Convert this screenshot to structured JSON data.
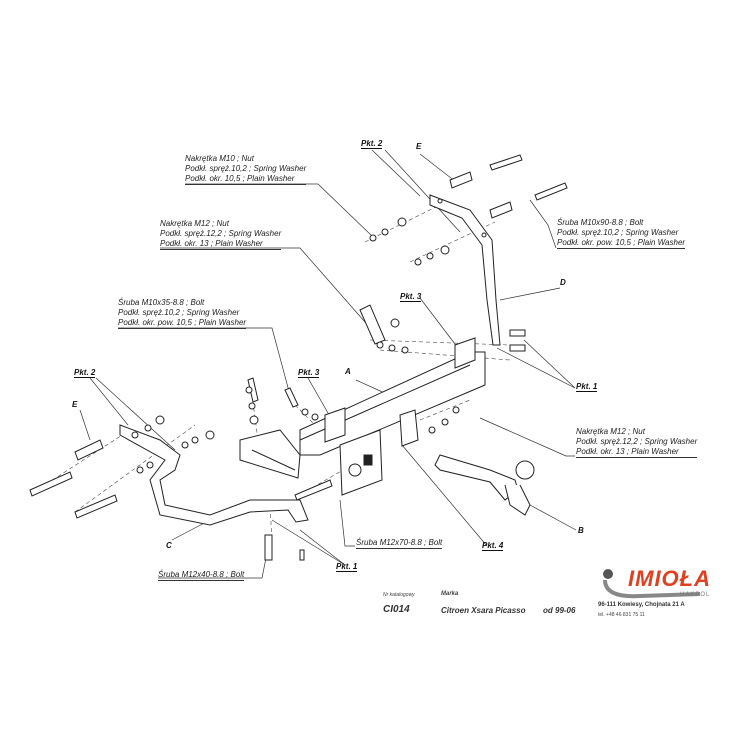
{
  "labels": {
    "nut_m10": [
      "Nakrętka  M10 ; Nut",
      "Podkł. spręż.10,2 ; Spring Washer",
      "Podkł. okr. 10,5 ; Plain Washer"
    ],
    "nut_m12_top": [
      "Nakrętka  M12 ; Nut",
      "Podkł. spręż.12,2 ; Spring Washer",
      "Podkł. okr. 13 ; Plain Washer"
    ],
    "bolt_m10x35": [
      "Śruba M10x35-8.8 ;  Bolt",
      "Podkł. spręż.10,2 ; Spring Washer",
      "Podkł. okr. pow. 10,5 ; Plain Washer"
    ],
    "bolt_m10x90": [
      "Śruba M10x90-8.8 ;  Bolt",
      "Podkł. spręż.10,2 ; Spring Washer",
      "Podkł. okr. pow. 10,5 ; Plain Washer"
    ],
    "nut_m12_right": [
      "Nakrętka  M12 ; Nut",
      "Podkł. spręż.12,2 ; Spring Washer",
      "Podkł. okr. 13 ; Plain Washer"
    ],
    "bolt_m12x70": "Śruba M12x70-8.8 ;  Bolt",
    "bolt_m12x40": "Śruba M12x40-8.8 ;  Bolt"
  },
  "points": {
    "pkt2_top": "Pkt. 2",
    "pkt3_top": "Pkt. 3",
    "pkt3_left": "Pkt. 3",
    "pkt2_left": "Pkt. 2",
    "pkt1_right": "Pkt. 1",
    "pkt4": "Pkt. 4",
    "pkt1_bottom": "Pkt. 1"
  },
  "parts": {
    "e_top": "E",
    "d": "D",
    "a": "A",
    "e_left": "E",
    "b": "B",
    "c": "C"
  },
  "title_block": {
    "catalog_label": "Nr katalogowy",
    "catalog_number": "CI014",
    "make_label": "Marka",
    "make": "Citroen Xsara Picasso",
    "years": "od  99-06"
  },
  "brand": {
    "name": "IMIOŁA",
    "sub": "HAKPOL",
    "address": "96-111 Kowiesy, Chojnata 21 A",
    "phone": "tel. +48 46 831 75 11",
    "accent": "#e0401f"
  }
}
